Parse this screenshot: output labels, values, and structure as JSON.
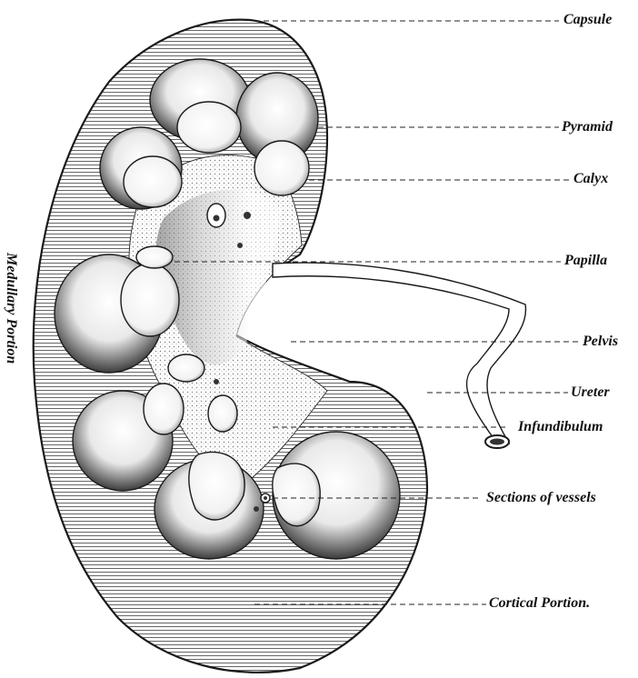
{
  "figure": {
    "side_label": "Medullary Portion",
    "labels": [
      {
        "id": "capsule",
        "text": "Capsule"
      },
      {
        "id": "pyramid",
        "text": "Pyramid"
      },
      {
        "id": "calyx",
        "text": "Calyx"
      },
      {
        "id": "papilla",
        "text": "Papilla"
      },
      {
        "id": "pelvis",
        "text": "Pelvis"
      },
      {
        "id": "ureter",
        "text": "Ureter"
      },
      {
        "id": "infundibulum",
        "text": "Infundibulum"
      },
      {
        "id": "vessels",
        "text": "Sections of vessels"
      },
      {
        "id": "cortical",
        "text": "Cortical Portion."
      }
    ]
  }
}
